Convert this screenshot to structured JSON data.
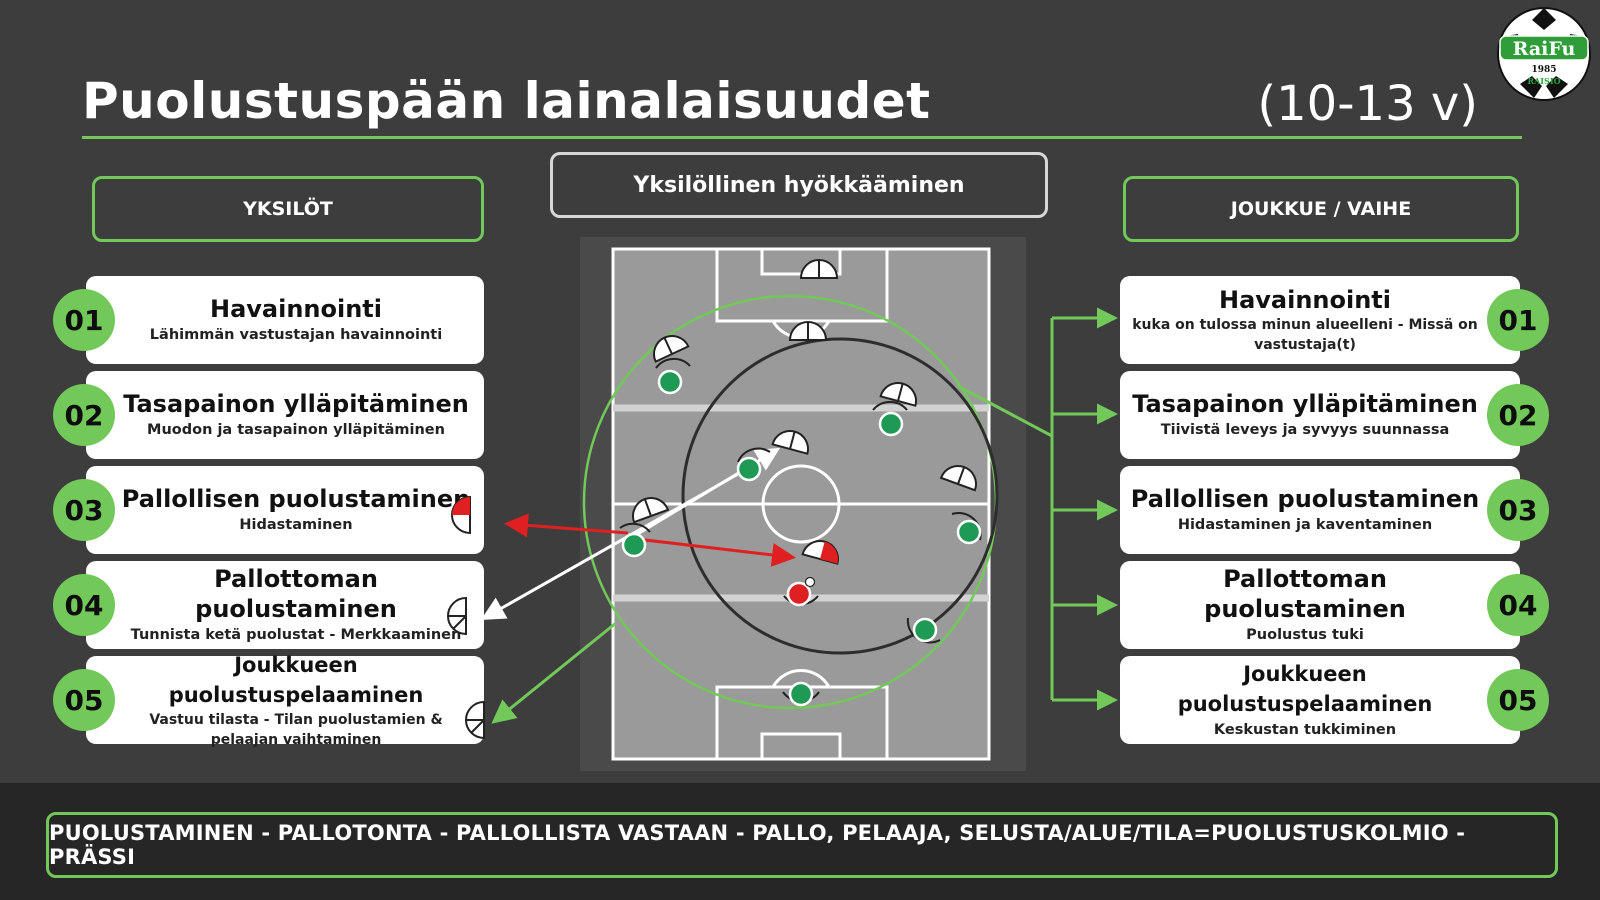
{
  "title": "Puolustuspään lainalaisuudet",
  "age": "(10-13 v)",
  "logo": {
    "text": "RaiFu",
    "year": "1985",
    "city": "RAISIO"
  },
  "headers": {
    "left": "YKSILÖT",
    "center": "Yksilöllinen hyökkääminen",
    "right": "JOUKKUE / VAIHE"
  },
  "left_items": [
    {
      "num": "01",
      "title": "Havainnointi",
      "sub": "Lähimmän vastustajan havainnointi"
    },
    {
      "num": "02",
      "title": "Tasapainon ylläpitäminen",
      "sub": "Muodon ja tasapainon ylläpitäminen"
    },
    {
      "num": "03",
      "title": "Pallollisen puolustaminen",
      "sub": "Hidastaminen"
    },
    {
      "num": "04",
      "title": "Pallottoman puolustaminen",
      "sub": "Tunnista ketä puolustat - Merkkaaminen"
    },
    {
      "num": "05",
      "title": "Joukkueen puolustuspelaaminen",
      "sub": "Vastuu tilasta - Tilan puolustamien & pelaajan vaihtaminen"
    }
  ],
  "right_items": [
    {
      "num": "01",
      "title": "Havainnointi",
      "sub": "kuka on tulossa minun alueelleni - Missä on vastustaja(t)"
    },
    {
      "num": "02",
      "title": "Tasapainon ylläpitäminen",
      "sub": "Tiivistä leveys ja syvyys suunnassa"
    },
    {
      "num": "03",
      "title": "Pallollisen puolustaminen",
      "sub": "Hidastaminen ja kaventaminen"
    },
    {
      "num": "04",
      "title": "Pallottoman puolustaminen",
      "sub": "Puolustus tuki"
    },
    {
      "num": "05",
      "title": "Joukkueen puolustuspelaaminen",
      "sub": "Keskustan tukkiminen"
    }
  ],
  "footer": "PUOLUSTAMINEN - PALLOTONTA - PALLOLLISTA VASTAAN - PALLO, PELAAJA, SELUSTA/ALUE/TILA=PUOLUSTUSKOLMIO - PRÄSSI",
  "colors": {
    "background": "#3d3d3d",
    "accent_green": "#73c85a",
    "player_green": "#1f9a55",
    "player_red": "#e02020",
    "arrow_red": "#e02020",
    "pitch": "#9a9a9a"
  }
}
